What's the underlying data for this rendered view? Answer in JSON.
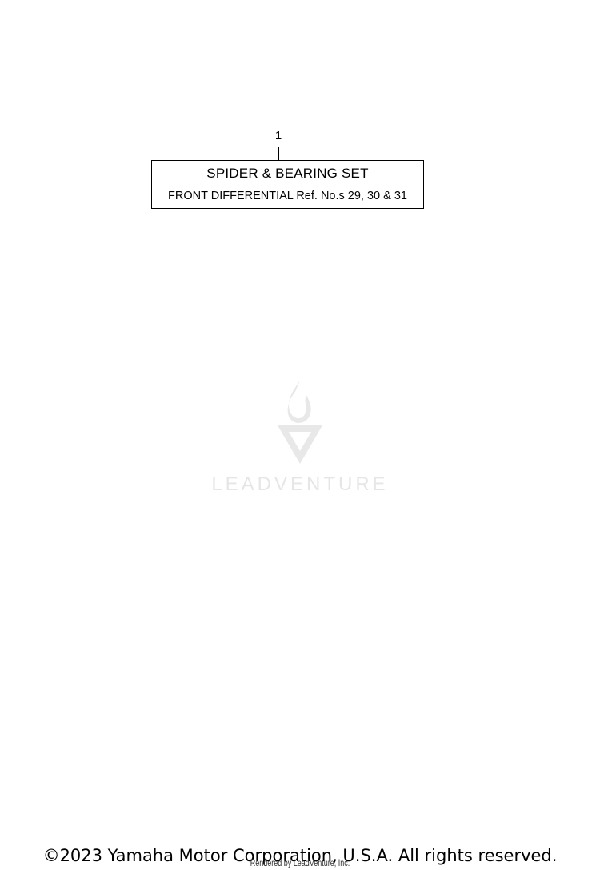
{
  "callout": {
    "number": "1"
  },
  "part": {
    "name": "SPIDER & BEARING SET",
    "reference": "FRONT DIFFERENTIAL  Ref. No.s  29, 30 & 31"
  },
  "watermark": {
    "brand": "LEADVENTURE",
    "icon": "flame-v-logo-icon"
  },
  "footer": {
    "copyright": "©2023 Yamaha Motor Corporation, U.S.A. All rights reserved.",
    "rendered_by": "Rendered by LeadVenture, Inc."
  }
}
